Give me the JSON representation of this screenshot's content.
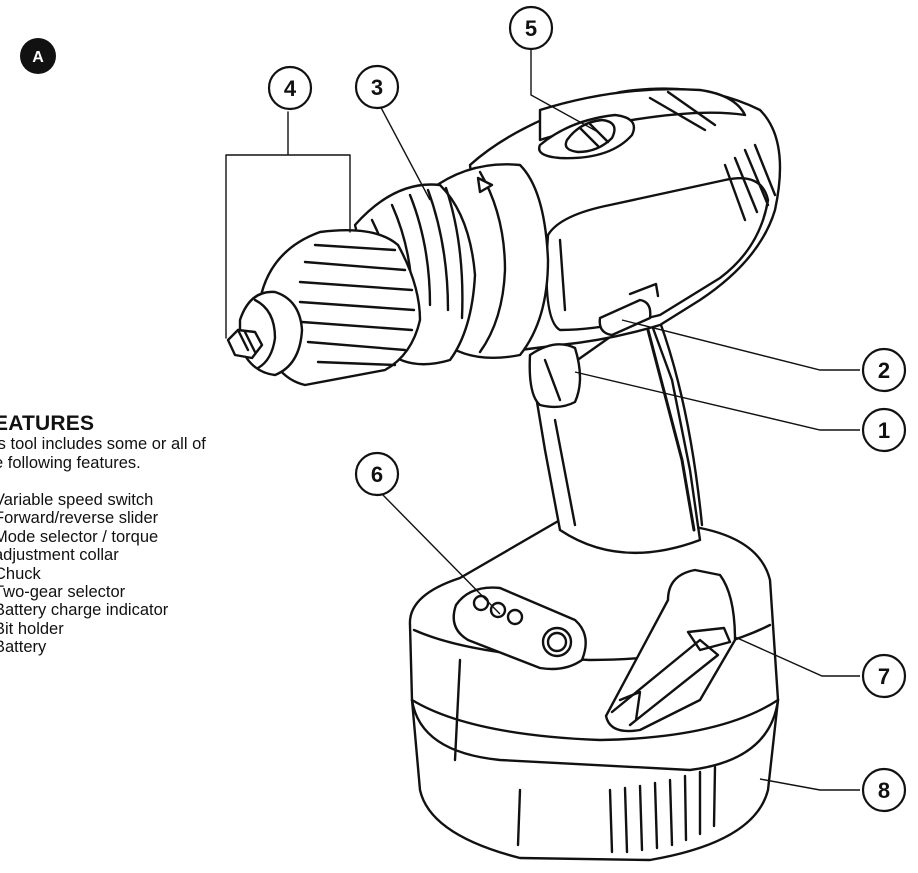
{
  "figure": {
    "label": "A",
    "ink_color": "#111111"
  },
  "callouts": [
    {
      "id": "1",
      "text": "1"
    },
    {
      "id": "2",
      "text": "2"
    },
    {
      "id": "3",
      "text": "3"
    },
    {
      "id": "4",
      "text": "4"
    },
    {
      "id": "5",
      "text": "5"
    },
    {
      "id": "6",
      "text": "6"
    },
    {
      "id": "7",
      "text": "7"
    },
    {
      "id": "8",
      "text": "8"
    }
  ],
  "features": {
    "heading": "EATURES",
    "intro_line1": "is tool includes some or all of",
    "intro_line2": "e following features.",
    "items": [
      "Variable speed switch",
      "Forward/reverse slider",
      "Mode selector / torque",
      "adjustment collar",
      "Chuck",
      "Two-gear selector",
      "Battery charge indicator",
      "Bit holder",
      "Battery"
    ]
  }
}
